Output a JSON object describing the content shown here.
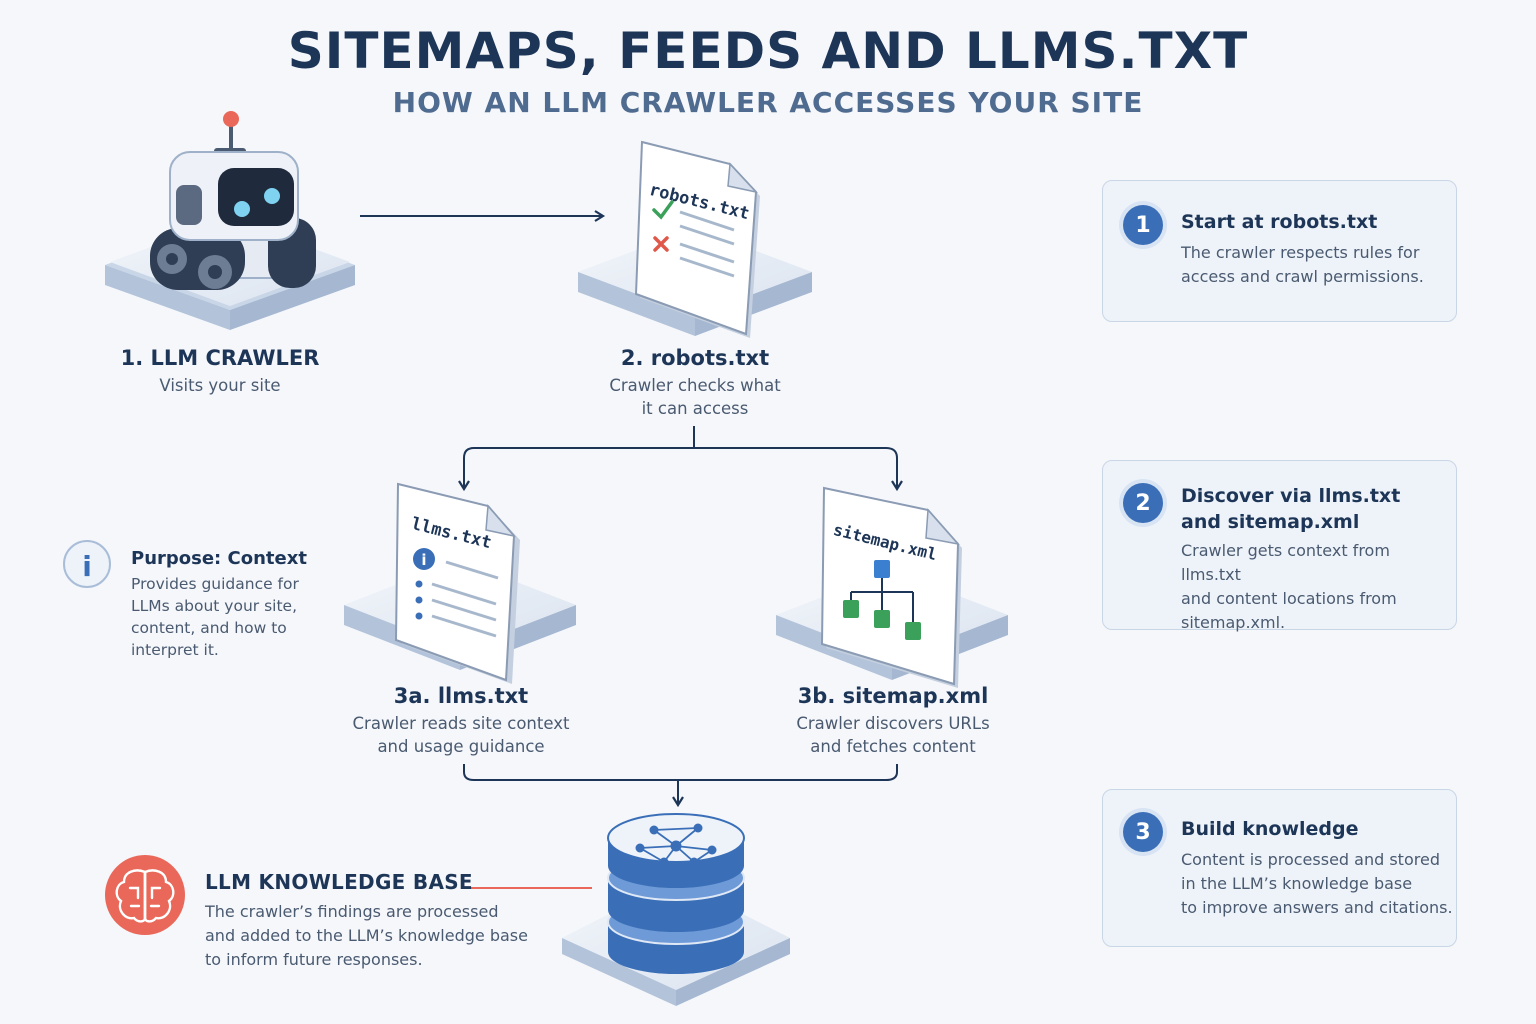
{
  "header": {
    "title": "SITEMAPS, FEEDS AND LLMS.TXT",
    "subtitle": "HOW AN LLM CRAWLER ACCESSES YOUR SITE"
  },
  "nodes": {
    "crawler": {
      "title": "1. LLM CRAWLER",
      "desc": "Visits your site"
    },
    "robots": {
      "title": "2. robots.txt",
      "desc_line1": "Crawler checks what",
      "desc_line2": "it can access",
      "doc_label": "robots.txt"
    },
    "llms": {
      "title": "3a. llms.txt",
      "desc_line1": "Crawler reads site context",
      "desc_line2": "and usage guidance",
      "doc_label": "llms.txt"
    },
    "sitemap": {
      "title": "3b. sitemap.xml",
      "desc_line1": "Crawler discovers URLs",
      "desc_line2": "and fetches content",
      "doc_label": "sitemap.xml"
    }
  },
  "purpose_note": {
    "title": "Purpose: Context",
    "line1": "Provides guidance for",
    "line2": "LLMs about your site,",
    "line3": "content, and how to",
    "line4": "interpret it."
  },
  "knowledge_base": {
    "title": "LLM KNOWLEDGE BASE",
    "line1": "The crawler’s findings are processed",
    "line2": "and added to the LLM’s knowledge base",
    "line3": "to inform future responses."
  },
  "steps": [
    {
      "number": "1",
      "title_line1": "Start at robots.txt",
      "title_line2": "",
      "line1": "The crawler respects rules for",
      "line2": "access and crawl permissions.",
      "line3": ""
    },
    {
      "number": "2",
      "title_line1": "Discover via llms.txt",
      "title_line2": "and sitemap.xml",
      "line1": "Crawler gets context from llms.txt",
      "line2": "and content locations from",
      "line3": "sitemap.xml."
    },
    {
      "number": "3",
      "title_line1": "Build knowledge",
      "title_line2": "",
      "line1": "Content is processed and stored",
      "line2": "in the LLM’s knowledge base",
      "line3": "to improve answers and citations."
    }
  ],
  "colors": {
    "primary": "#1d3557",
    "accent_blue": "#3a6fb8",
    "accent_red": "#e9685a",
    "check_green": "#3aa05a",
    "cross_red": "#e0584a"
  },
  "icons": [
    "robot-icon",
    "document-icon",
    "info-icon",
    "checkmark-icon",
    "cross-icon",
    "sitemap-tree-icon",
    "database-icon",
    "brain-icon"
  ]
}
